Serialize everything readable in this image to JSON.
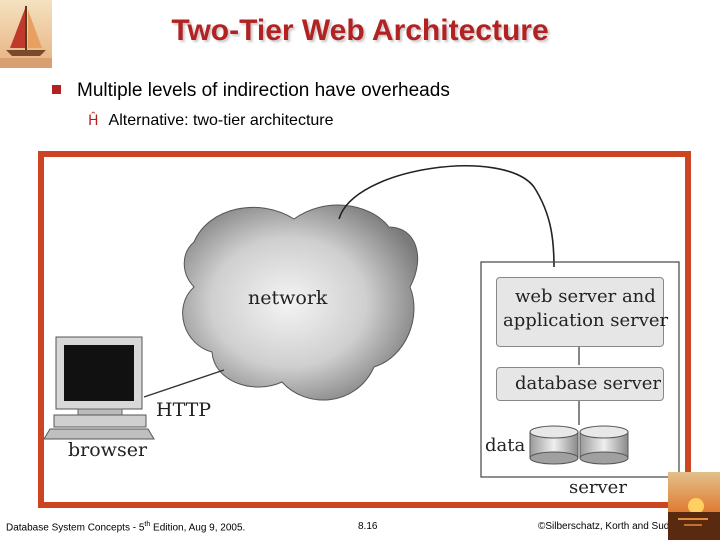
{
  "slide": {
    "title": "Two-Tier Web Architecture",
    "bullets": [
      {
        "text": "Multiple levels of indirection have overheads"
      },
      {
        "text": "Alternative: two-tier architecture"
      }
    ]
  },
  "figure": {
    "network_label": "network",
    "http_label": "HTTP",
    "browser_label": "browser",
    "web_server_line1": "web server and",
    "web_server_line2": "application server",
    "db_server_label": "database server",
    "data_label": "data",
    "server_label": "server"
  },
  "footer": {
    "left_prefix": "Database System Concepts - 5",
    "left_sup": "th",
    "left_suffix": " Edition,  Aug 9, 2005.",
    "center": "8.16",
    "right": "©Silberschatz, Korth and Sudarshan"
  },
  "colors": {
    "title": "#b22222",
    "frame": "#cc4422",
    "bullet": "#b22222"
  },
  "icons": {
    "logo": "sailboat-logo-icon",
    "corner": "sunset-icon",
    "bullet1": "square-bullet-icon",
    "bullet2": "h-bullet-icon"
  }
}
